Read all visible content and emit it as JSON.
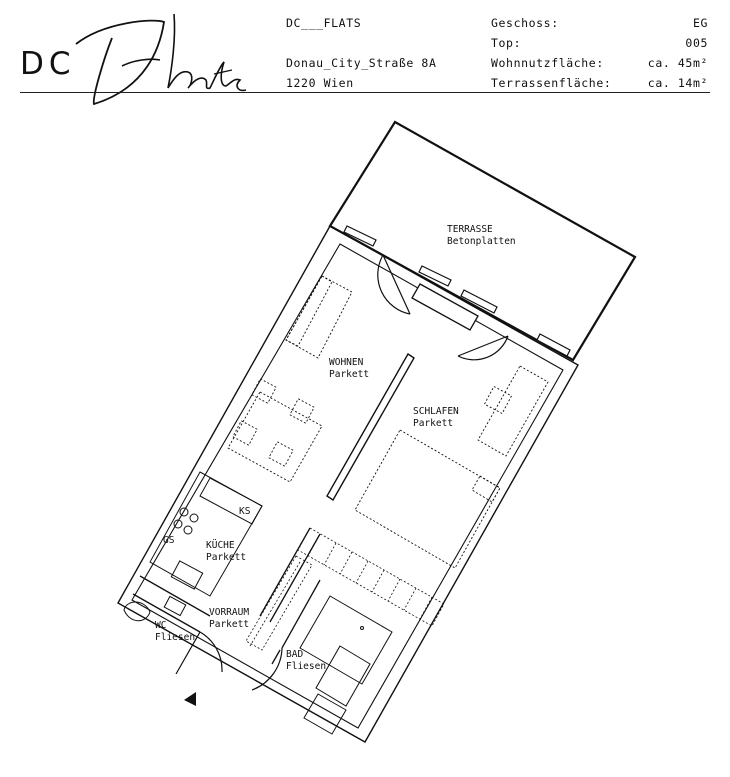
{
  "brand": {
    "name": "DC___FLATS",
    "logo_text": "DC"
  },
  "address": {
    "street": "Donau_City_Straße 8A",
    "city": "1220 Wien"
  },
  "info": {
    "floor_label": "Geschoss:",
    "floor_value": "EG",
    "top_label": "Top:",
    "top_value": "005",
    "living_label": "Wohnnutzfläche:",
    "living_value": "ca. 45m²",
    "terrace_label": "Terrassenfläche:",
    "terrace_value": "ca. 14m²"
  },
  "rooms": {
    "terrasse": {
      "name": "TERRASSE",
      "material": "Betonplatten"
    },
    "wohnen": {
      "name": "WOHNEN",
      "material": "Parkett"
    },
    "schlafen": {
      "name": "SCHLAFEN",
      "material": "Parkett"
    },
    "kueche": {
      "name": "KÜCHE",
      "material": "Parkett"
    },
    "vorraum": {
      "name": "VORRAUM",
      "material": "Parkett"
    },
    "wc": {
      "name": "WC",
      "material": "Fliesen"
    },
    "bad": {
      "name": "BAD",
      "material": "Fliesen"
    }
  },
  "fixtures": {
    "ks": "KS",
    "gs": "GS"
  }
}
